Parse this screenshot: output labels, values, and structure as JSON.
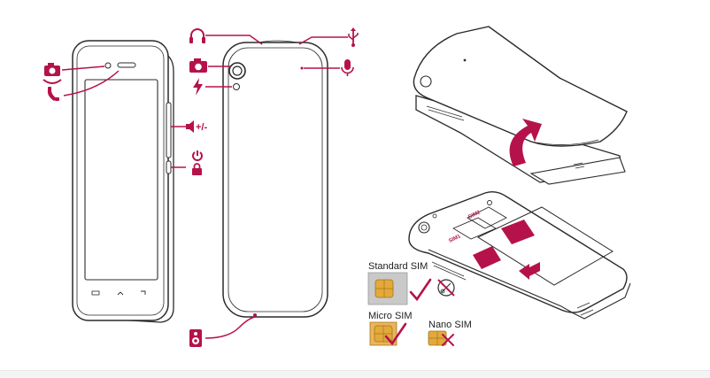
{
  "colors": {
    "accent": "#b5124b",
    "outline": "#2a2a2a",
    "sim_gold": "#e2a93b",
    "sim_card": "#c9c9c9"
  },
  "icons": {
    "front_camera": "front-camera-icon",
    "earpiece": "phone-receiver-icon",
    "volume": "volume-icon",
    "power": "power-icon",
    "lock": "lock-icon",
    "headset": "headset-icon",
    "usb": "usb-icon",
    "rear_camera": "camera-icon",
    "flash": "flash-icon",
    "microphone": "microphone-icon",
    "speaker": "speaker-icon",
    "scissors": "scissors-icon"
  },
  "volume_label": "+/-",
  "sim_labels": {
    "sim1": "SIM1",
    "sim2": "SIM2"
  },
  "sim_types": {
    "standard": "Standard SIM",
    "micro": "Micro SIM",
    "nano": "Nano SIM"
  }
}
